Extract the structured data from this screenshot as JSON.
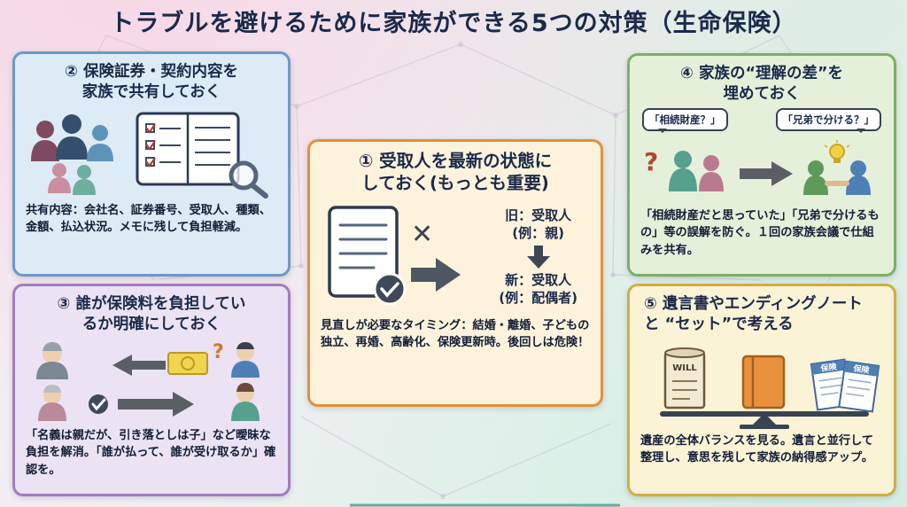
{
  "title": "トラブルを避けるために家族ができる5つの対策（生命保険）",
  "palette": {
    "accent_orange": "#e2913c",
    "accent_blue": "#6b9ac6",
    "accent_purple": "#a07cc0",
    "accent_green": "#7fae62",
    "accent_gold": "#d1ae3e",
    "heading_navy": "#1b2a4a"
  },
  "cards": {
    "beneficiary": {
      "heading": "① 受取人を最新の状態に\nしておく(もっとも重要)",
      "old_state": "旧：受取人\n(例：親)",
      "new_state": "新：受取人\n(例：配偶者)",
      "cross_mark": "✕",
      "body": "見直しが必要なタイミング：結婚・離婚、子どもの独立、再婚、高齢化、保険更新時。後回しは危険！"
    },
    "share": {
      "heading": "② 保険証券・契約内容を\n家族で共有しておく",
      "body": "共有内容：会社名、証券番号、受取人、種類、金額、払込状況。メモに残して負担軽減。"
    },
    "payer": {
      "heading": "③ 誰が保険料を負担してい\nるか明確にしておく",
      "question_mark": "?",
      "body": "「名義は親だが、引き落としは子」など曖昧な負担を解消。「誰が払って、誰が受け取るか」確認を。"
    },
    "understanding": {
      "heading": "④ 家族の“理解の差”を\n埋めておく",
      "bubble_left": "「相続財産？」",
      "bubble_right": "「兄弟で分ける？」",
      "question_mark": "?",
      "body": "「相続財産だと思っていた」「兄弟で分けるもの」等の誤解を防ぐ。１回の家族会議で仕組みを共有。"
    },
    "will": {
      "heading": "⑤ 遺言書やエンディングノート\nと “セット”で考える",
      "will_label": "WILL",
      "insurance_label": "保険",
      "body": "遺産の全体バランスを見る。遺言と並行して整理し、意思を残して家族の納得感アップ。"
    }
  }
}
